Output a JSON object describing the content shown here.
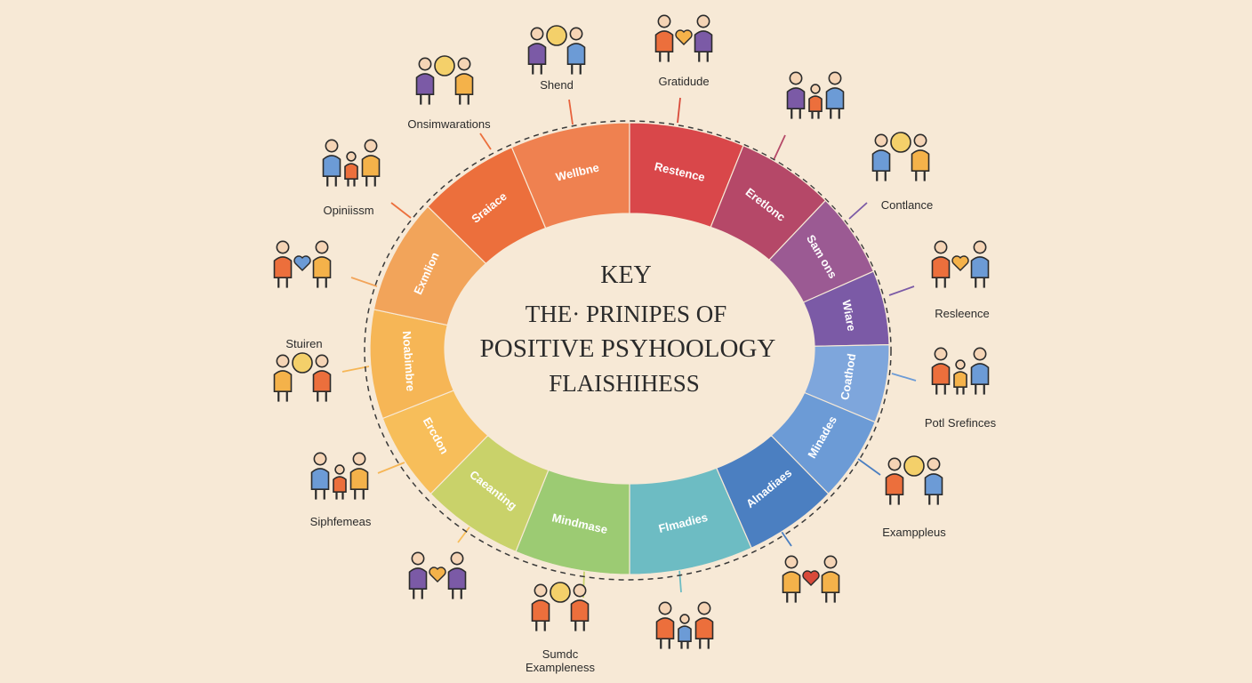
{
  "center": {
    "line1": "KEY",
    "line2": "THE· PRINIPES OF",
    "line3": "POSITIVE PSYHOOLOGY",
    "line4": "FLAISHIHESS"
  },
  "segments": [
    {
      "label": "Wellbne",
      "color": "#ef8150"
    },
    {
      "label": "Restence",
      "color": "#d9474a"
    },
    {
      "label": "Eretlonc",
      "color": "#b54868"
    },
    {
      "label": "Sam ons",
      "color": "#9b5a93"
    },
    {
      "label": "Wiare",
      "color": "#7b5aa6"
    },
    {
      "label": "Coathod",
      "color": "#7ea6dc"
    },
    {
      "label": "Minades",
      "color": "#6c9bd6"
    },
    {
      "label": "Alnadiaes",
      "color": "#4b7fc1"
    },
    {
      "label": "Flmadies",
      "color": "#6dbcc3"
    },
    {
      "label": "Mindmase",
      "color": "#9ccb73"
    },
    {
      "label": "Caeanting",
      "color": "#c9d26a"
    },
    {
      "label": "Ercdon",
      "color": "#f7be5a"
    },
    {
      "label": "Noabimbre",
      "color": "#f6b656"
    },
    {
      "label": "Exmlion",
      "color": "#f2a45a"
    },
    {
      "label": "Sraiace",
      "color": "#ec6f3c"
    }
  ],
  "outer_items": [
    {
      "label": "Shend",
      "icon": "people-lightbulb-icon",
      "line_color": "#e8623c"
    },
    {
      "label": "Gratidude",
      "icon": "gratitude-person-icon",
      "line_color": "#d94a3a"
    },
    {
      "label": "",
      "icon": "group-stars-icon",
      "line_color": "#b54868"
    },
    {
      "label": "Contlance",
      "icon": "book-laptop-icon",
      "line_color": "#7b5aa6"
    },
    {
      "label": "Resleence",
      "icon": "person-balance-icon",
      "line_color": "#7b5aa6"
    },
    {
      "label": "Potl Srefinces",
      "icon": "gear-bulb-icon",
      "line_color": "#6c9bd6"
    },
    {
      "label": "Examppleus",
      "icon": "network-people-icon",
      "line_color": "#4b7fc1"
    },
    {
      "label": "",
      "icon": "heart-couple-icon",
      "line_color": "#4b7fc1"
    },
    {
      "label": "",
      "icon": "three-people-icon",
      "line_color": "#6dbcc3"
    },
    {
      "label": "Sumdc Exampleness",
      "icon": "hug-heart-icon",
      "line_color": "#c9d26a"
    },
    {
      "label": "",
      "icon": "caring-group-icon",
      "line_color": "#f7be5a"
    },
    {
      "label": "Siphfemeas",
      "icon": "team-star-icon",
      "line_color": "#f6b656"
    },
    {
      "label": "Stuiren",
      "icon": "hand-document-icon",
      "line_color": "#f6b656"
    },
    {
      "label": "",
      "icon": "family-hearts-icon",
      "line_color": "#f2a45a"
    },
    {
      "label": "Opiniissm",
      "icon": "people-support-icon",
      "line_color": "#ec6f3c"
    },
    {
      "label": "Onsimwarations",
      "icon": "family-chat-icon",
      "line_color": "#ec6f3c"
    }
  ]
}
